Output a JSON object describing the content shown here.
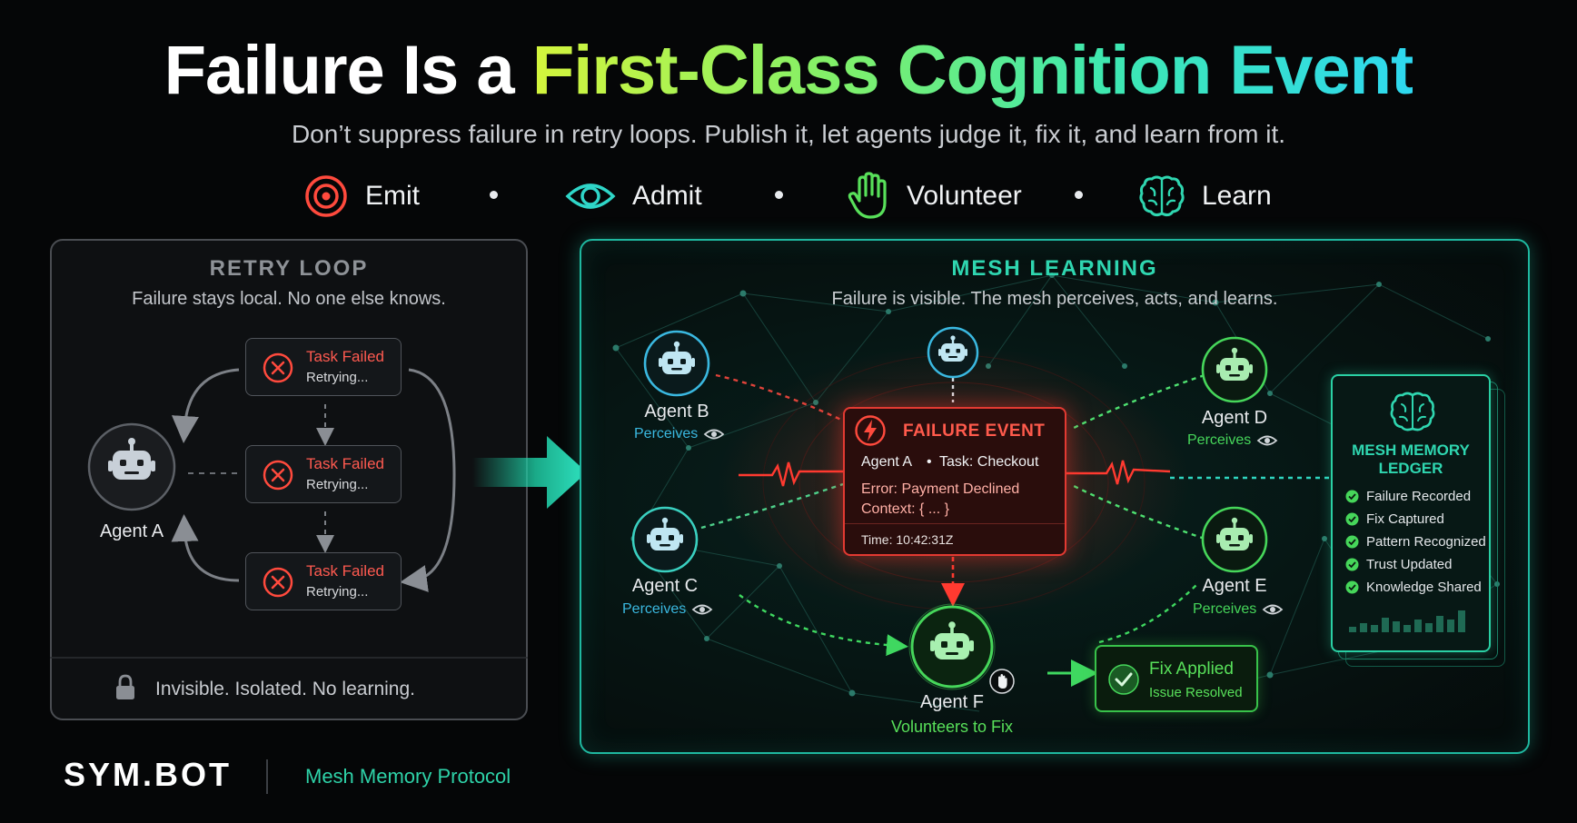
{
  "title": {
    "part1": "Failure Is a ",
    "part2": "First-Class Cognition Event"
  },
  "subtitle": "Don’t suppress failure in retry loops. Publish it, let agents judge it, fix it, and learn from it.",
  "steps": [
    {
      "label": "Emit",
      "icon": "target-icon",
      "color": "#ff4a3d"
    },
    {
      "label": "Admit",
      "icon": "eye-icon",
      "color": "#2fd6c8"
    },
    {
      "label": "Volunteer",
      "icon": "raised-hand-icon",
      "color": "#58e05a"
    },
    {
      "label": "Learn",
      "icon": "brain-icon",
      "color": "#2fd6b0"
    }
  ],
  "retry": {
    "heading": "RETRY LOOP",
    "sub": "Failure stays local. No one else knows.",
    "agent": "Agent A",
    "boxes": [
      {
        "title": "Task Failed",
        "sub": "Retrying..."
      },
      {
        "title": "Task Failed",
        "sub": "Retrying..."
      },
      {
        "title": "Task Failed",
        "sub": "Retrying..."
      }
    ],
    "footer": "Invisible. Isolated. No learning."
  },
  "mesh": {
    "heading": "MESH LEARNING",
    "sub": "Failure is visible. The mesh perceives, acts, and learns.",
    "agents": {
      "b": {
        "name": "Agent B",
        "status": "Perceives"
      },
      "c": {
        "name": "Agent C",
        "status": "Perceives"
      },
      "d": {
        "name": "Agent D",
        "status": "Perceives"
      },
      "e": {
        "name": "Agent E",
        "status": "Perceives"
      },
      "f": {
        "name": "Agent F",
        "status": "Volunteers to Fix"
      }
    },
    "event": {
      "heading": "FAILURE EVENT",
      "agent": "Agent A",
      "task": "Task: Checkout",
      "error": "Error: Payment Declined",
      "context": "Context:  { ... }",
      "time": "Time: 10:42:31Z"
    },
    "fix": {
      "title": "Fix Applied",
      "sub": "Issue Resolved"
    },
    "ledger": {
      "title_line1": "MESH MEMORY",
      "title_line2": "LEDGER",
      "items": [
        "Failure Recorded",
        "Fix Captured",
        "Pattern Recognized",
        "Trust Updated",
        "Knowledge Shared"
      ]
    }
  },
  "brand": {
    "name": "SYM.BOT",
    "sub": "Mesh Memory Protocol"
  },
  "colors": {
    "teal": "#2fd6c0",
    "green": "#46d65a",
    "red": "#e23a32",
    "cyan": "#3ab8e0"
  }
}
